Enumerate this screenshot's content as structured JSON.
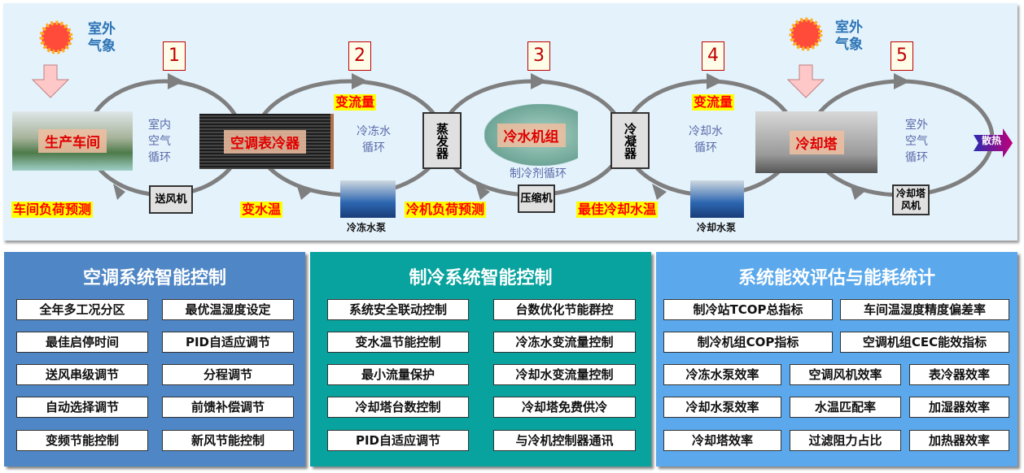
{
  "diagram": {
    "weather_label": "室外\n气象",
    "weather_label_2": "室外\n气象",
    "steps": [
      "1",
      "2",
      "3",
      "4",
      "5"
    ],
    "loop_labels": {
      "indoor_air": "室内\n空气\n循环",
      "chilled_water": "冷冻水\n循环",
      "refrigerant": "制冷剂循环",
      "cooling_water": "冷却水\n循环",
      "outdoor_air": "室外\n空气\n循环"
    },
    "nodes": {
      "workshop": "生产车间",
      "ahu_coil": "空调表冷器",
      "evaporator": "蒸发器",
      "chiller": "冷水机组",
      "condenser": "冷凝器",
      "cooling_tower": "冷却塔"
    },
    "equipment": {
      "supply_fan": "送风机",
      "chilled_pump": "冷冻水泵",
      "compressor": "压缩机",
      "cooling_pump": "冷却水泵",
      "tower_fan": "冷却塔\n风机"
    },
    "strategies": {
      "workshop_load": "车间负荷预测",
      "variable_temp": "变水温",
      "variable_flow_1": "变流量",
      "chiller_load": "冷机负荷预测",
      "best_cw_temp": "最佳冷却水温",
      "variable_flow_2": "变流量"
    },
    "heat_out": "散热"
  },
  "panels": [
    {
      "title": "空调系统智能控制",
      "color": "#4f86c6",
      "items": [
        "全年多工况分区",
        "最优温湿度设定",
        "最佳启停时间",
        "PID自适应调节",
        "送风串级调节",
        "分程调节",
        "自动选择调节",
        "前馈补偿调节",
        "变频节能控制",
        "新风节能控制"
      ]
    },
    {
      "title": "制冷系统智能控制",
      "color": "#08a39e",
      "items": [
        "系统安全联动控制",
        "台数优化节能群控",
        "变水温节能控制",
        "冷冻水变流量控制",
        "最小流量保护",
        "冷却水变流量控制",
        "冷却塔台数控制",
        "冷却塔免费供冷",
        "PID自适应调节",
        "与冷机控制器通讯"
      ]
    },
    {
      "title": "系统能效评估与能耗统计",
      "color": "#5ba9ec",
      "items": [
        "制冷站TCOP总指标",
        "车间温湿度精度偏差率",
        "制冷机组COP指标",
        "空调机组CEC能效指标",
        "冷冻水泵效率",
        "空调风机效率",
        "表冷器效率",
        "冷却水泵效率",
        "水温匹配率",
        "加湿器效率",
        "冷却塔效率",
        "过滤阻力占比",
        "加热器效率"
      ]
    }
  ]
}
